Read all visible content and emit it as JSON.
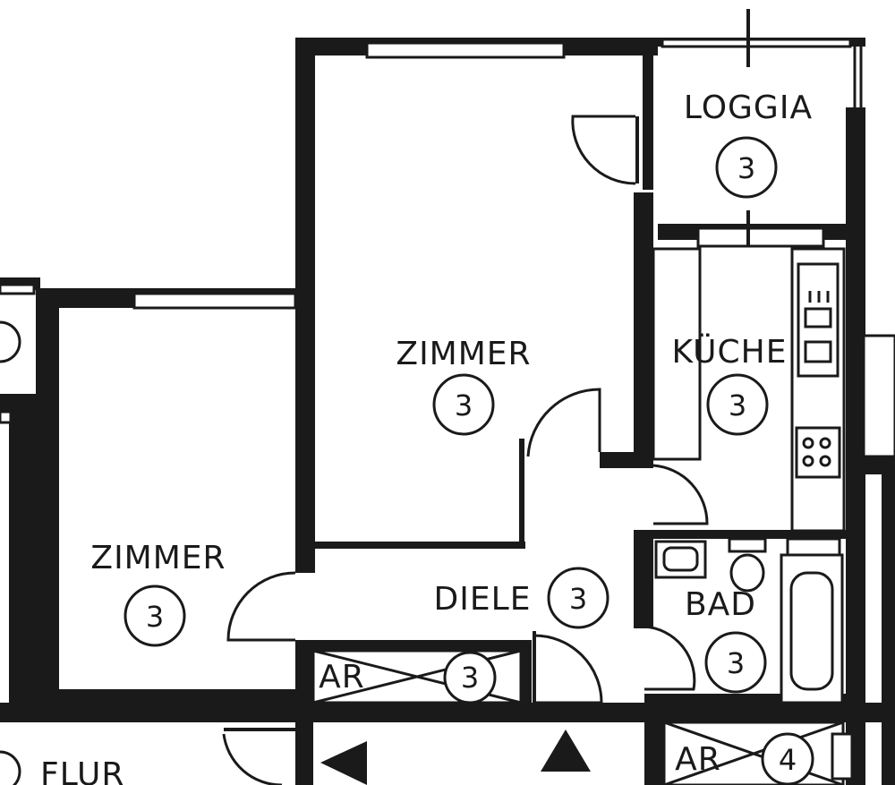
{
  "rooms": [
    {
      "key": "loggia",
      "label": "LOGGIA",
      "number": "3"
    },
    {
      "key": "zimmer_large",
      "label": "ZIMMER",
      "number": "3"
    },
    {
      "key": "zimmer_left",
      "label": "ZIMMER",
      "number": "3"
    },
    {
      "key": "kueche",
      "label": "KÜCHE",
      "number": "3"
    },
    {
      "key": "diele",
      "label": "DIELE",
      "number": "3"
    },
    {
      "key": "bad",
      "label": "BAD",
      "number": "3"
    },
    {
      "key": "ar_1",
      "label": "AR",
      "number": "3"
    },
    {
      "key": "ar_2",
      "label": "AR",
      "number": "4"
    },
    {
      "key": "flur",
      "label": "FLUR",
      "number": ""
    }
  ],
  "colors": {
    "ink": "#1a1a1a",
    "paper": "#ffffff"
  }
}
